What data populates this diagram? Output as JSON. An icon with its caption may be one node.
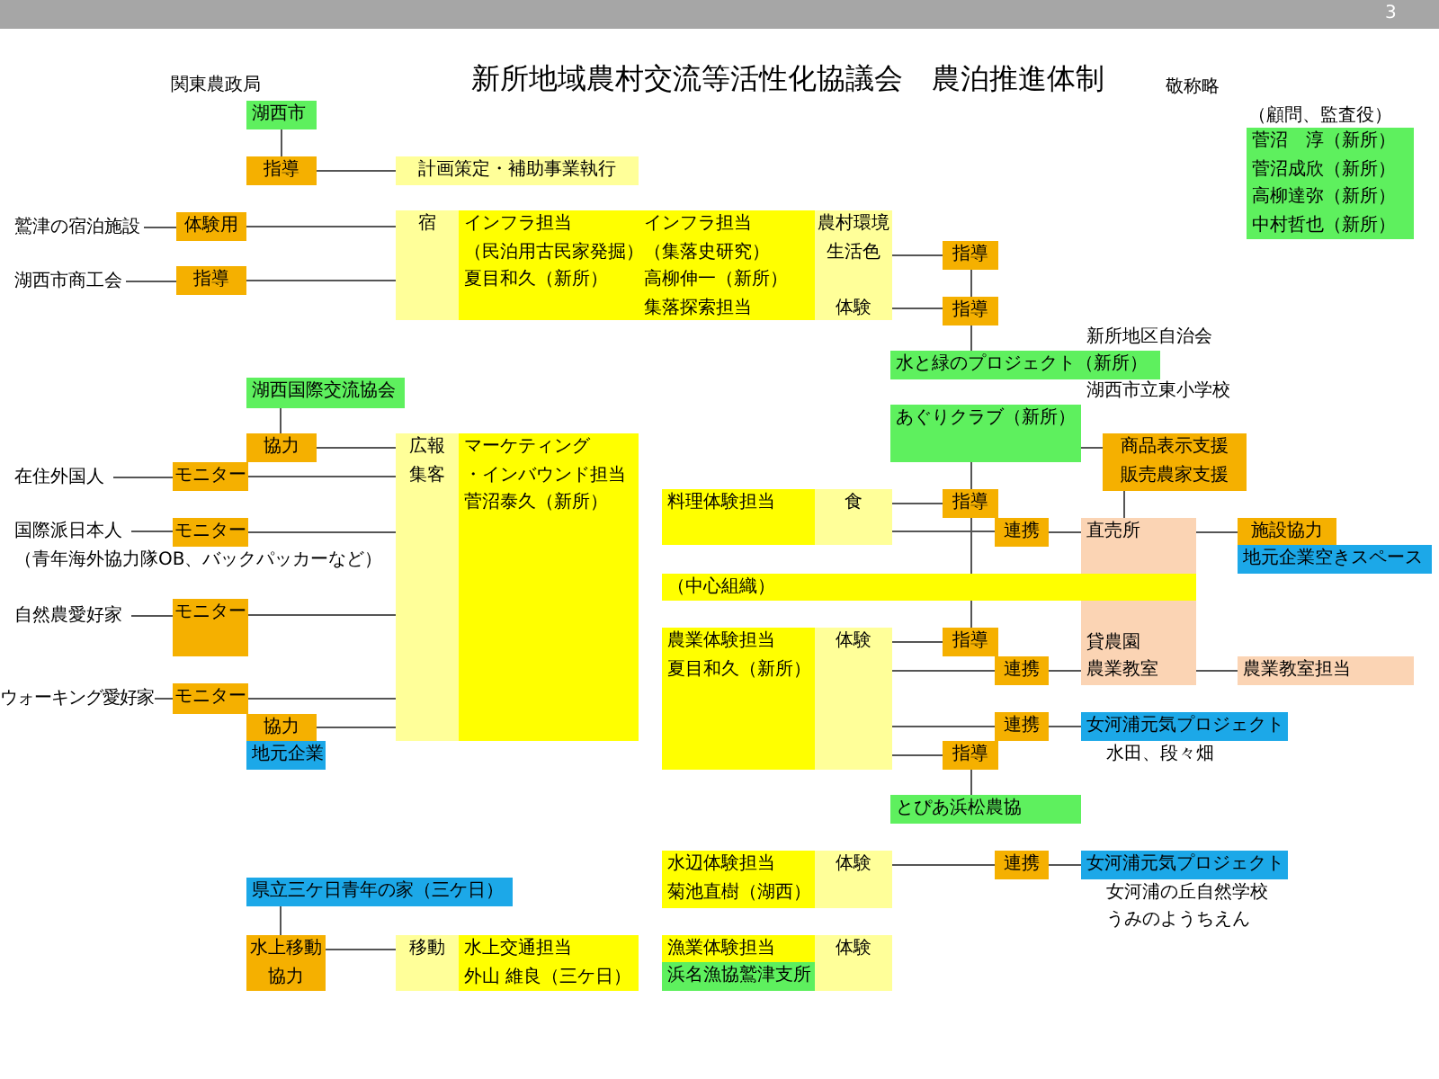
{
  "diagram": {
    "title": "新所地域農村交流等活性化協議会　農泊推進体制",
    "nodes": [
      {
        "text": [
          "湖西市"
        ]
      },
      {
        "text": [
          "指導"
        ]
      },
      {
        "text": [
          "計画策定・補助事業執行"
        ]
      },
      {
        "text": [
          "鷲津の宿泊施設"
        ]
      },
      {
        "text": [
          "体験用"
        ]
      },
      {
        "text": [
          "湖西市商工会"
        ]
      },
      {
        "text": [
          "指導"
        ]
      },
      {
        "text": [
          "宿"
        ]
      },
      {
        "text": [
          "インフラ担当",
          "（民泊用古民家発掘）",
          "夏目和久（新所）"
        ]
      },
      {
        "text": [
          "インフラ担当",
          "（集落史研究）",
          "高柳伸一（新所）",
          "集落探索担当"
        ]
      },
      {
        "text": [
          "農村環境",
          "生活色",
          "体験"
        ]
      },
      {
        "text": [
          "指導"
        ]
      },
      {
        "text": [
          "指導"
        ]
      },
      {
        "text": [
          "水と緑のプロジェクト（新所）"
        ],
        "beside": [
          "新所地区自治会"
        ]
      },
      {
        "text": [
          "湖西国際交流協会"
        ]
      },
      {
        "text": [
          "協力"
        ]
      },
      {
        "text": [
          "在住外国人"
        ]
      },
      {
        "text": [
          "モニター"
        ]
      },
      {
        "text": [
          "国際派日本人"
        ],
        "beside": [
          "（青年海外協力隊OB、バックパッカーなど）"
        ]
      },
      {
        "text": [
          "モニター"
        ]
      },
      {
        "text": [
          "自然農愛好家"
        ]
      },
      {
        "text": [
          "モニター"
        ]
      },
      {
        "text": [
          "ウォーキング愛好家"
        ]
      },
      {
        "text": [
          "モニター"
        ]
      },
      {
        "text": [
          "協力"
        ]
      },
      {
        "text": [
          "地元企業"
        ]
      },
      {
        "text": [
          "広報",
          "集客"
        ]
      },
      {
        "text": [
          "マーケティング",
          "・インバウンド担当",
          "菅沼泰久（新所）"
        ]
      },
      {
        "text": [
          "料理体験担当"
        ]
      },
      {
        "text": [
          "食"
        ]
      },
      {
        "text": [
          "（中心組織）"
        ]
      },
      {
        "text": [
          "農業体験担当",
          "夏目和久（新所）"
        ]
      },
      {
        "text": [
          "体験"
        ]
      },
      {
        "text": [
          "指導"
        ]
      },
      {
        "text": [
          "連携"
        ]
      },
      {
        "text": [
          "直売所"
        ]
      },
      {
        "text": [
          "貸農園",
          "農業教室"
        ]
      },
      {
        "text": [
          "商品表示支援",
          "販売農家支援"
        ]
      },
      {
        "text": [
          "施設協力"
        ]
      },
      {
        "text": [
          "地元企業空きスペース"
        ]
      },
      {
        "text": [
          "あぐりクラブ（新所）"
        ],
        "beside": [
          "湖西市立東小学校"
        ]
      },
      {
        "text": [
          "指導"
        ]
      },
      {
        "text": [
          "連携"
        ]
      },
      {
        "text": [
          "農業教室担当"
        ]
      },
      {
        "text": [
          "連携"
        ]
      },
      {
        "text": [
          "女河浦元気プロジェクト"
        ],
        "beside": [
          "水田、段々畑"
        ]
      },
      {
        "text": [
          "指導"
        ]
      },
      {
        "text": [
          "とぴあ浜松農協"
        ]
      },
      {
        "text": [
          "水辺体験担当",
          "菊池直樹（湖西）"
        ]
      },
      {
        "text": [
          "体験"
        ]
      },
      {
        "text": [
          "連携"
        ]
      },
      {
        "text": [
          "女河浦元気プロジェクト"
        ],
        "beside": [
          "女河浦の丘自然学校",
          "うみのようちえん"
        ]
      },
      {
        "text": [
          "県立三ケ日青年の家（三ケ日）"
        ]
      },
      {
        "text": [
          "水上移動",
          "協力"
        ]
      },
      {
        "text": [
          "移動"
        ]
      },
      {
        "text": [
          "水上交通担当",
          "外山 維良（三ケ日）"
        ]
      },
      {
        "text": [
          "漁業体験担当"
        ]
      },
      {
        "text": [
          "浜名漁協鷲津支所"
        ]
      },
      {
        "text": [
          "体験"
        ]
      },
      {
        "text": [
          "（顧問、監査役）",
          "菅沼　淳（新所）",
          "菅沼成欣（新所）",
          "高柳達弥（新所）",
          "中村哲也（新所）"
        ]
      }
    ],
    "edges": [
      {
        "from": 0,
        "to": 1,
        "arrow": "none"
      },
      {
        "from": 1,
        "to": 2,
        "arrow": "none"
      },
      {
        "from": 3,
        "to": 4,
        "arrow": "none"
      },
      {
        "from": 4,
        "to": 7,
        "arrow": "none"
      },
      {
        "from": 5,
        "to": 6,
        "arrow": "none"
      },
      {
        "from": 6,
        "to": 7,
        "arrow": "none"
      },
      {
        "from": 10,
        "to": 11,
        "arrow": "none"
      },
      {
        "from": 10,
        "to": 12,
        "arrow": "none"
      },
      {
        "from": 11,
        "to": 12,
        "arrow": "none"
      },
      {
        "from": 12,
        "to": 13,
        "arrow": "none"
      },
      {
        "from": 14,
        "to": 15,
        "arrow": "none"
      },
      {
        "from": 15,
        "to": 26,
        "arrow": "none"
      },
      {
        "from": 16,
        "to": 17,
        "arrow": "none"
      },
      {
        "from": 17,
        "to": 26,
        "arrow": "none"
      },
      {
        "from": 18,
        "to": 19,
        "arrow": "none"
      },
      {
        "from": 19,
        "to": 26,
        "arrow": "none"
      },
      {
        "from": 20,
        "to": 21,
        "arrow": "none"
      },
      {
        "from": 21,
        "to": 26,
        "arrow": "none"
      },
      {
        "from": 22,
        "to": 23,
        "arrow": "none"
      },
      {
        "from": 23,
        "to": 26,
        "arrow": "none"
      },
      {
        "from": 24,
        "to": 26,
        "arrow": "none"
      },
      {
        "from": 40,
        "to": 33,
        "arrow": "none"
      },
      {
        "from": 33,
        "to": 30,
        "arrow": "none"
      },
      {
        "from": 30,
        "to": 41,
        "arrow": "none"
      },
      {
        "from": 29,
        "to": 33,
        "arrow": "none"
      },
      {
        "from": 29,
        "to": 34,
        "arrow": "none"
      },
      {
        "from": 34,
        "to": 35,
        "arrow": "none"
      },
      {
        "from": 40,
        "to": 37,
        "arrow": "none"
      },
      {
        "from": 37,
        "to": 35,
        "arrow": "none"
      },
      {
        "from": 35,
        "to": 38,
        "arrow": "none"
      },
      {
        "from": 32,
        "to": 41,
        "arrow": "none"
      },
      {
        "from": 32,
        "to": 42,
        "arrow": "none"
      },
      {
        "from": 42,
        "to": 36,
        "arrow": "none"
      },
      {
        "from": 36,
        "to": 43,
        "arrow": "none"
      },
      {
        "from": 32,
        "to": 44,
        "arrow": "none"
      },
      {
        "from": 44,
        "to": 45,
        "arrow": "none"
      },
      {
        "from": 32,
        "to": 46,
        "arrow": "none"
      },
      {
        "from": 46,
        "to": 47,
        "arrow": "none"
      },
      {
        "from": 49,
        "to": 50,
        "arrow": "none"
      },
      {
        "from": 50,
        "to": 51,
        "arrow": "none"
      },
      {
        "from": 52,
        "to": 53,
        "arrow": "none"
      },
      {
        "from": 53,
        "to": 54,
        "arrow": "none"
      }
    ],
    "labels": [
      "3",
      "関東農政局",
      "敬称略"
    ]
  }
}
